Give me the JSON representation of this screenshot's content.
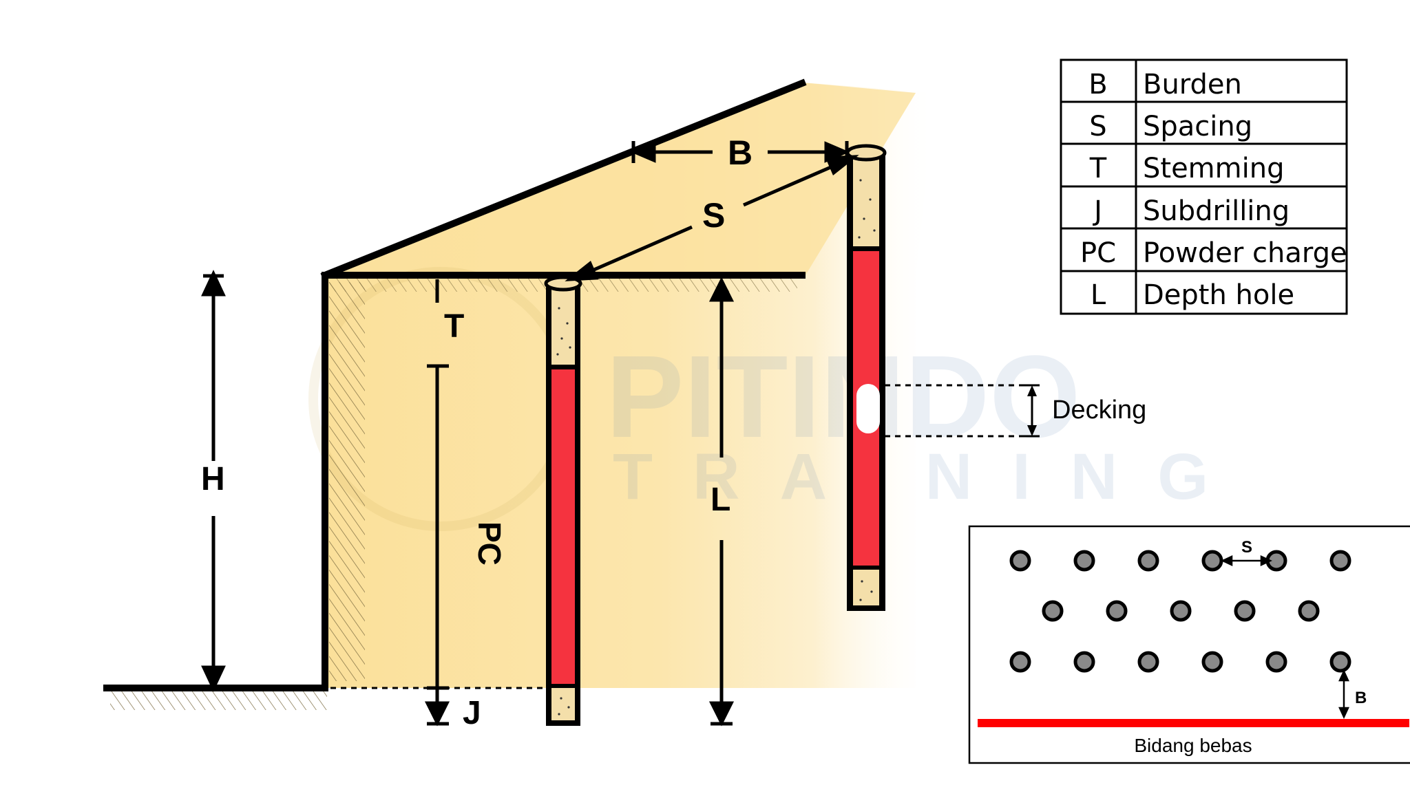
{
  "colors": {
    "background": "#ffffff",
    "rock": "#fbe3a1",
    "powder_charge": "#f5333f",
    "stemming": "#f4dfaa",
    "outline": "#000000",
    "free_face_line": "#ff0000",
    "blast_hole_dot": "#8a8a8a"
  },
  "diagram": {
    "labels": {
      "burden": "B",
      "spacing": "S",
      "stemming": "T",
      "bench_height": "H",
      "powder_charge": "PC",
      "depth_hole": "L",
      "subdrilling": "J",
      "decking": "Decking"
    },
    "watermark": {
      "main": "PITINDO",
      "sub": "TRAINING"
    }
  },
  "legend": {
    "rows": [
      {
        "symbol": "B",
        "meaning": "Burden"
      },
      {
        "symbol": "S",
        "meaning": "Spacing"
      },
      {
        "symbol": "T",
        "meaning": "Stemming"
      },
      {
        "symbol": "J",
        "meaning": "Subdrilling"
      },
      {
        "symbol": "PC",
        "meaning": "Powder charge"
      },
      {
        "symbol": "L",
        "meaning": "Depth hole"
      }
    ]
  },
  "plan_view": {
    "spacing_label": "S",
    "burden_label": "B",
    "free_face_label": "Bidang bebas",
    "rows": [
      6,
      5,
      6
    ]
  }
}
